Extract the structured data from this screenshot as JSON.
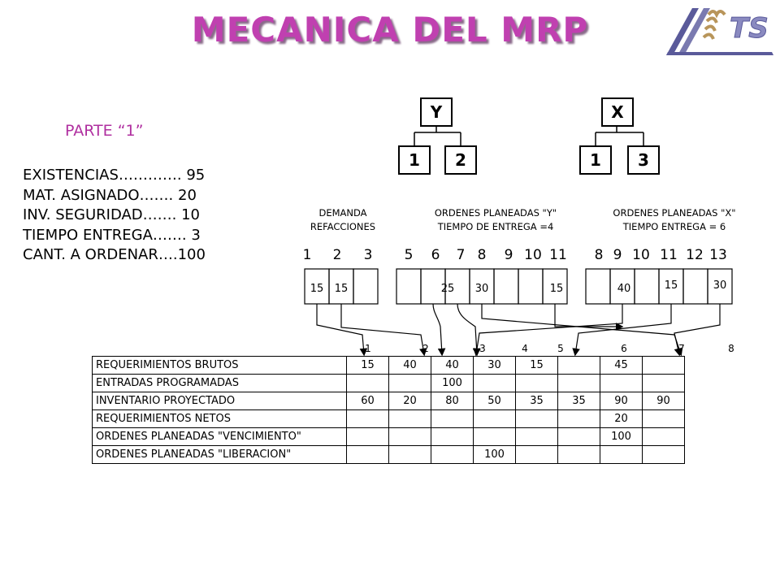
{
  "title": "MECANICA DEL MRP",
  "logo_text": "TS",
  "parte": "PARTE “1”",
  "params": [
    "EXISTENCIAS…………. 95",
    "MAT. ASIGNADO……. 20",
    "INV. SEGURIDAD……. 10",
    "TIEMPO ENTREGA……. 3",
    "CANT. A ORDENAR….100"
  ],
  "trees": [
    {
      "parent": "Y",
      "children": [
        "1",
        "2"
      ]
    },
    {
      "parent": "X",
      "children": [
        "1",
        "3"
      ]
    }
  ],
  "sections": {
    "demanda": {
      "line1": "DEMANDA",
      "line2": "REFACCIONES"
    },
    "ordenes_y": {
      "line1": "ORDENES PLANEADAS \"Y\"",
      "line2": "TIEMPO DE ENTREGA =4"
    },
    "ordenes_x": {
      "line1": "ORDENES PLANEADAS \"X\"",
      "line2": "TIEMPO ENTREGA = 6"
    }
  },
  "demanda_days": [
    "1",
    "2",
    "3"
  ],
  "demanda_values": [
    "15",
    "15",
    ""
  ],
  "y_days": [
    "5",
    "6",
    "7",
    "8",
    "9",
    "10",
    "11"
  ],
  "y_values": [
    "",
    "",
    "25",
    "30",
    "",
    "",
    "15"
  ],
  "x_days": [
    "8",
    "9",
    "10",
    "11",
    "12",
    "13"
  ],
  "x_values": [
    "",
    "40",
    "",
    "15",
    "",
    "30"
  ],
  "periods": [
    "1",
    "2",
    "3",
    "4",
    "5",
    "6",
    "7",
    "8"
  ],
  "table": [
    {
      "label": "REQUERIMIENTOS BRUTOS",
      "values": [
        "15",
        "40",
        "40",
        "30",
        "15",
        "",
        "45",
        ""
      ]
    },
    {
      "label": "ENTRADAS PROGRAMADAS",
      "values": [
        "",
        "",
        "100",
        "",
        "",
        "",
        "",
        ""
      ]
    },
    {
      "label": "INVENTARIO PROYECTADO",
      "values": [
        "60",
        "20",
        "80",
        "50",
        "35",
        "35",
        "90",
        "90"
      ]
    },
    {
      "label": "REQUERIMIENTOS NETOS",
      "values": [
        "",
        "",
        "",
        "",
        "",
        "",
        "20",
        ""
      ]
    },
    {
      "label": "ORDENES PLANEADAS \"VENCIMIENTO\"",
      "values": [
        "",
        "",
        "",
        "",
        "",
        "",
        "100",
        ""
      ]
    },
    {
      "label": "ORDENES PLANEADAS \"LIBERACION\"",
      "values": [
        "",
        "",
        "",
        "100",
        "",
        "",
        "",
        ""
      ]
    }
  ]
}
